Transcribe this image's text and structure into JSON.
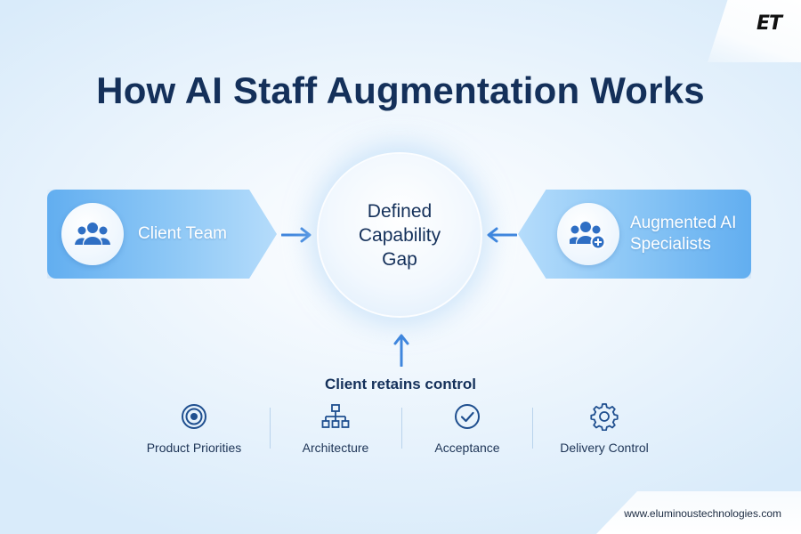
{
  "logo": "ET",
  "title": "How AI Staff Augmentation Works",
  "left_box": {
    "label": "Client Team",
    "icon": "team-icon"
  },
  "right_box": {
    "label": "Augmented AI Specialists",
    "icon": "add-team-icon"
  },
  "center": {
    "label": "Defined\nCapability\nGap"
  },
  "control_title": "Client retains control",
  "control_items": [
    {
      "label": "Product Priorities",
      "icon": "target-icon"
    },
    {
      "label": "Architecture",
      "icon": "hierarchy-icon"
    },
    {
      "label": "Acceptance",
      "icon": "check-circle-icon"
    },
    {
      "label": "Delivery Control",
      "icon": "gear-icon"
    }
  ],
  "footer": {
    "url": "www.eluminoustechnologies.com"
  },
  "colors": {
    "title": "#14305a",
    "accent": "#4a90e2",
    "box": "#62aef0"
  }
}
